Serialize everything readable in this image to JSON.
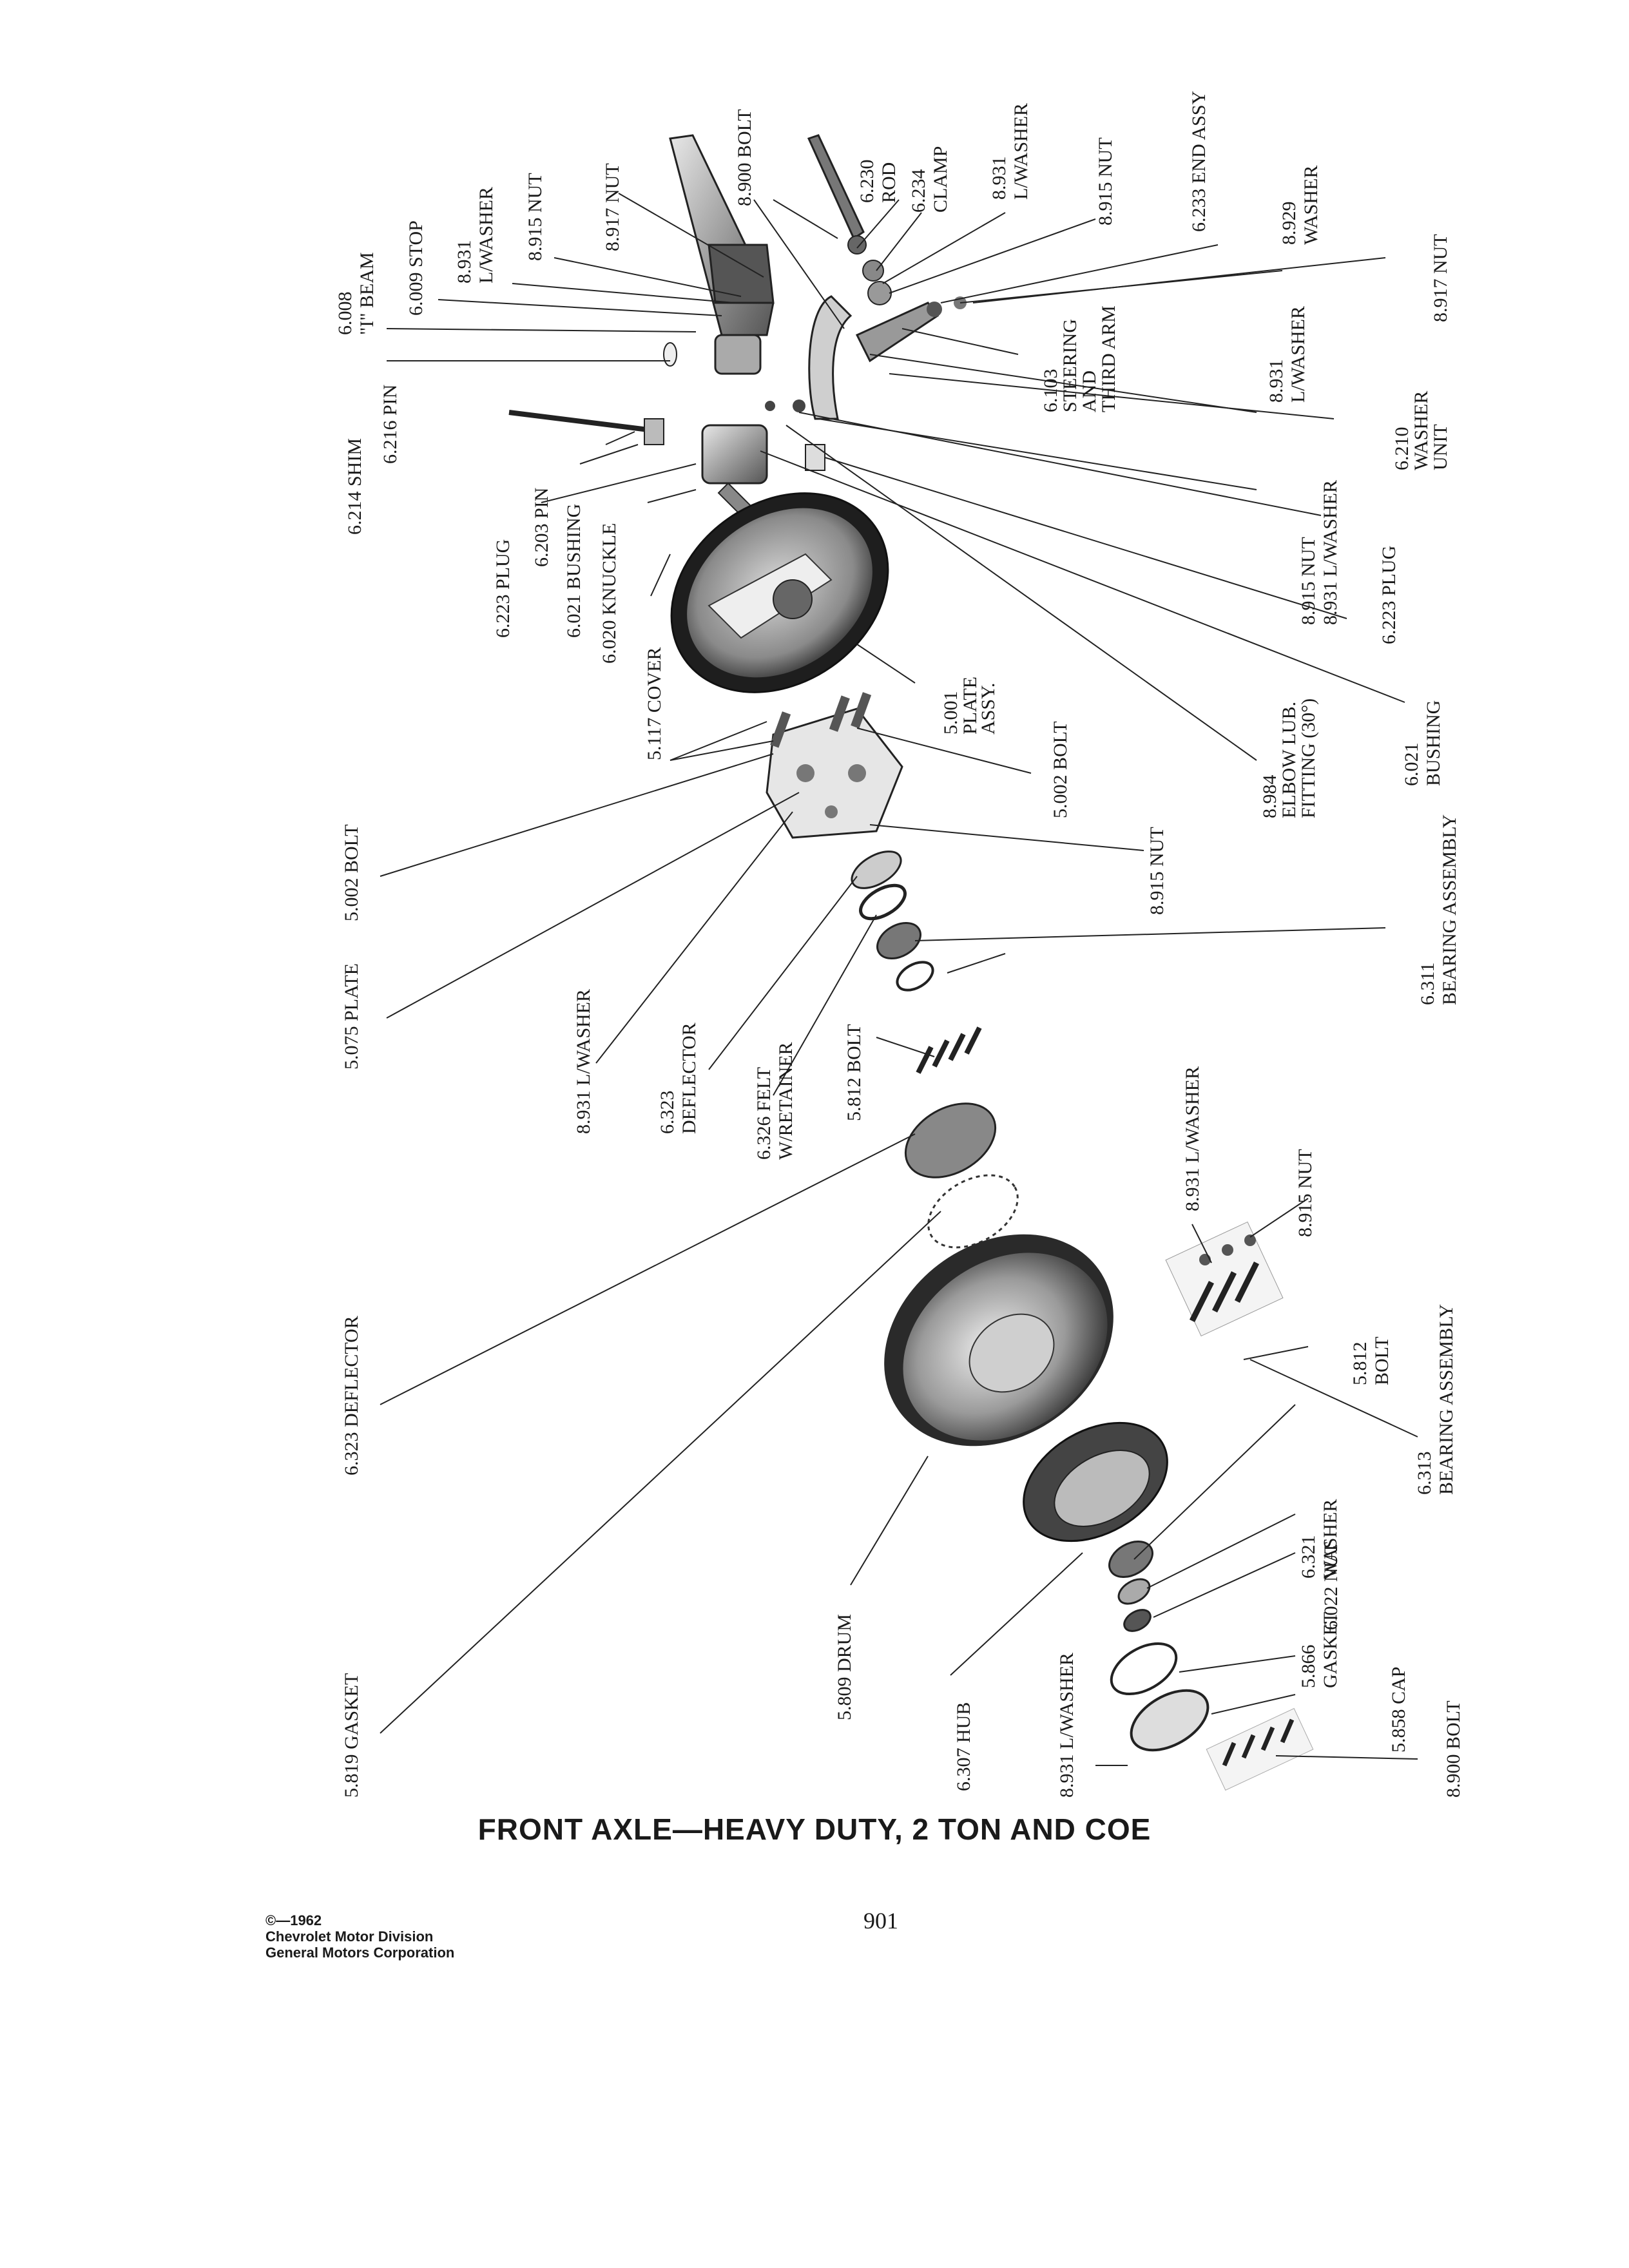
{
  "title": "FRONT AXLE—HEAVY DUTY, 2 TON AND COE",
  "page_number": "901",
  "copyright": {
    "line1": "©—1962",
    "line2": "Chevrolet Motor Division",
    "line3": "General Motors Corporation"
  },
  "callouts": {
    "i_beam": [
      "6.008",
      "\"I\" BEAM"
    ],
    "shim": "6.214 SHIM",
    "stop": "6.009 STOP",
    "lw_top_left": [
      "8.931",
      "L/WASHER"
    ],
    "nut_top_left": "8.915 NUT",
    "nut_8917_top": "8.917 NUT",
    "bolt_8900_top": "8.900 BOLT",
    "rod": [
      "6.230",
      "ROD"
    ],
    "clamp": [
      "6.234",
      "CLAMP"
    ],
    "lw_top": [
      "8.931",
      "L/WASHER"
    ],
    "nut_top_right": "8.915 NUT",
    "end_assy": "6.233 END ASSY",
    "washer_8929": [
      "8.929",
      "WASHER"
    ],
    "nut_8917_right": "8.917 NUT",
    "pin_6216": "6.216 PIN",
    "plug_left": "6.223 PLUG",
    "pin_6203": "6.203 PIN",
    "bushing_left": "6.021 BUSHING",
    "knuckle": "6.020 KNUCKLE",
    "cover": "5.117 COVER",
    "steering_arm": [
      "6.103",
      "STEERING",
      "AND",
      "THIRD ARM"
    ],
    "lw_right": [
      "8.931",
      "L/WASHER"
    ],
    "washer_unit": [
      "6.210",
      "WASHER",
      "UNIT"
    ],
    "nut_lw_right": [
      "8.915 NUT",
      "8.931 L/WASHER"
    ],
    "plug_right": "6.223 PLUG",
    "plate_assy": [
      "5.001",
      "PLATE",
      "ASSY."
    ],
    "bolt_5002_mid": "5.002 BOLT",
    "elbow": [
      "8.984",
      "ELBOW LUB.",
      "FITTING (30°)"
    ],
    "bushing_right": [
      "6.021",
      "BUSHING"
    ],
    "bolt_5002_left": "5.002 BOLT",
    "plate_5075": "5.075 PLATE",
    "nut_8915_mid": "8.915 NUT",
    "lw_mid": "8.931 L/WASHER",
    "deflector_mid": [
      "6.323",
      "DEFLECTOR"
    ],
    "felt": [
      "6.326 FELT",
      "W/RETAINER"
    ],
    "bolt_5812": "5.812 BOLT",
    "bearing_6311": [
      "6.311",
      "BEARING ASSEMBLY"
    ],
    "deflector_left": "6.323 DEFLECTOR",
    "lw_low": "8.931 L/WASHER",
    "nut_low": "8.915 NUT",
    "bolt_5812_low": [
      "5.812",
      "BOLT"
    ],
    "bearing_6313": [
      "6.313",
      "BEARING ASSEMBLY"
    ],
    "gasket_5819": "5.819 GASKET",
    "drum": "5.809 DRUM",
    "washer_6321": [
      "6.321",
      "WASHER"
    ],
    "nut_6022": "6.022 NUT",
    "hub": "6.307 HUB",
    "gasket_5866": [
      "5.866",
      "GASKET"
    ],
    "lw_bottom": "8.931 L/WASHER",
    "cap": "5.858 CAP",
    "bolt_8900_bottom": "8.900 BOLT"
  }
}
